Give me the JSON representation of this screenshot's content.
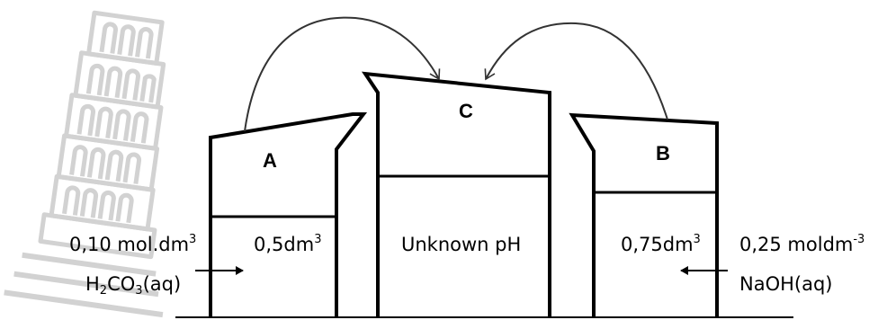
{
  "colors": {
    "line": "#000000",
    "watermark": "#d2d2d2",
    "background": "#ffffff"
  },
  "watermark": {
    "icon": "leaning-tower-of-pisa"
  },
  "vessels": {
    "a": {
      "letter": "A",
      "volume": "0,5dm",
      "volume_exp": "3"
    },
    "b": {
      "letter": "B",
      "volume": "0,75dm",
      "volume_exp": "3"
    },
    "c": {
      "letter": "C",
      "content": "Unknown pH"
    }
  },
  "solution_a": {
    "concentration": "0,10 mol.dm",
    "concentration_exp": "3",
    "formula_pre": "H",
    "formula_sub1": "2",
    "formula_mid": "CO",
    "formula_sub2": "3",
    "formula_post": "(aq)"
  },
  "solution_b": {
    "concentration": "0,25 moldm",
    "concentration_exp": "-3",
    "formula": "NaOH(aq)"
  }
}
